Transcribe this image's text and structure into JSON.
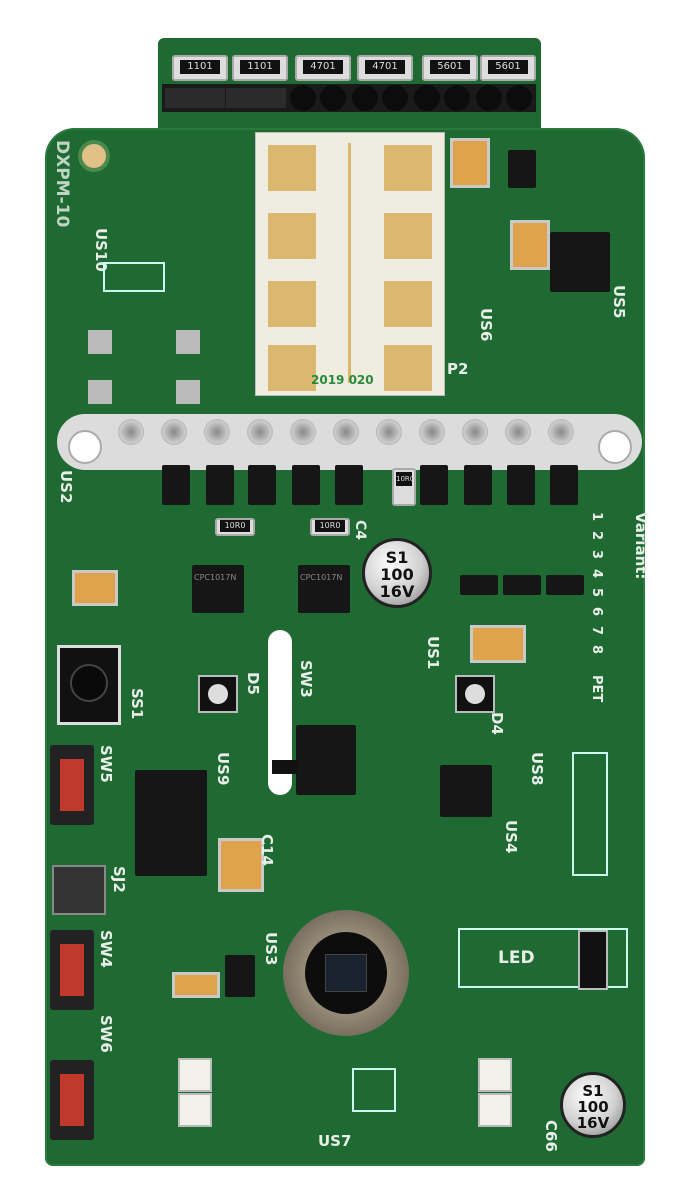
{
  "board": {
    "colors": {
      "solder_mask": "#1f6a33",
      "silkscreen": "#e8efe8",
      "gold": "#dcb770"
    },
    "top_resistors": [
      "1101",
      "1101",
      "4701",
      "4701",
      "5601",
      "5601"
    ],
    "model_text": "DXPM-10",
    "radar_module": {
      "label": "P2",
      "date_code": "2019 020"
    },
    "labels": {
      "us10": "US10",
      "us6": "US6",
      "us5": "US5",
      "us2": "US2",
      "r1": "10R0",
      "r2": "10R0",
      "r3": "10R0",
      "c4": "C4",
      "us1": "US1",
      "sw3": "SW3",
      "d5": "D5",
      "d4": "D4",
      "ss1": "SS1",
      "sw5": "SW5",
      "us9": "US9",
      "c14": "C14",
      "us8": "US8",
      "us4": "US4",
      "sj2": "SJ2",
      "sw4": "SW4",
      "us3": "US3",
      "led": "LED",
      "sw6": "SW6",
      "us7": "US7",
      "c66": "C66"
    },
    "relay_chips": [
      "CPC1017N",
      "CPC1017N"
    ],
    "variant": {
      "title": "Variant:",
      "options": [
        "1",
        "2",
        "3",
        "4",
        "5",
        "6",
        "7",
        "8",
        "PET"
      ]
    },
    "capacitors": [
      {
        "line1": "S1",
        "line2": "100",
        "line3": "16V"
      },
      {
        "line1": "S1",
        "line2": "100",
        "line3": "16V"
      }
    ]
  }
}
